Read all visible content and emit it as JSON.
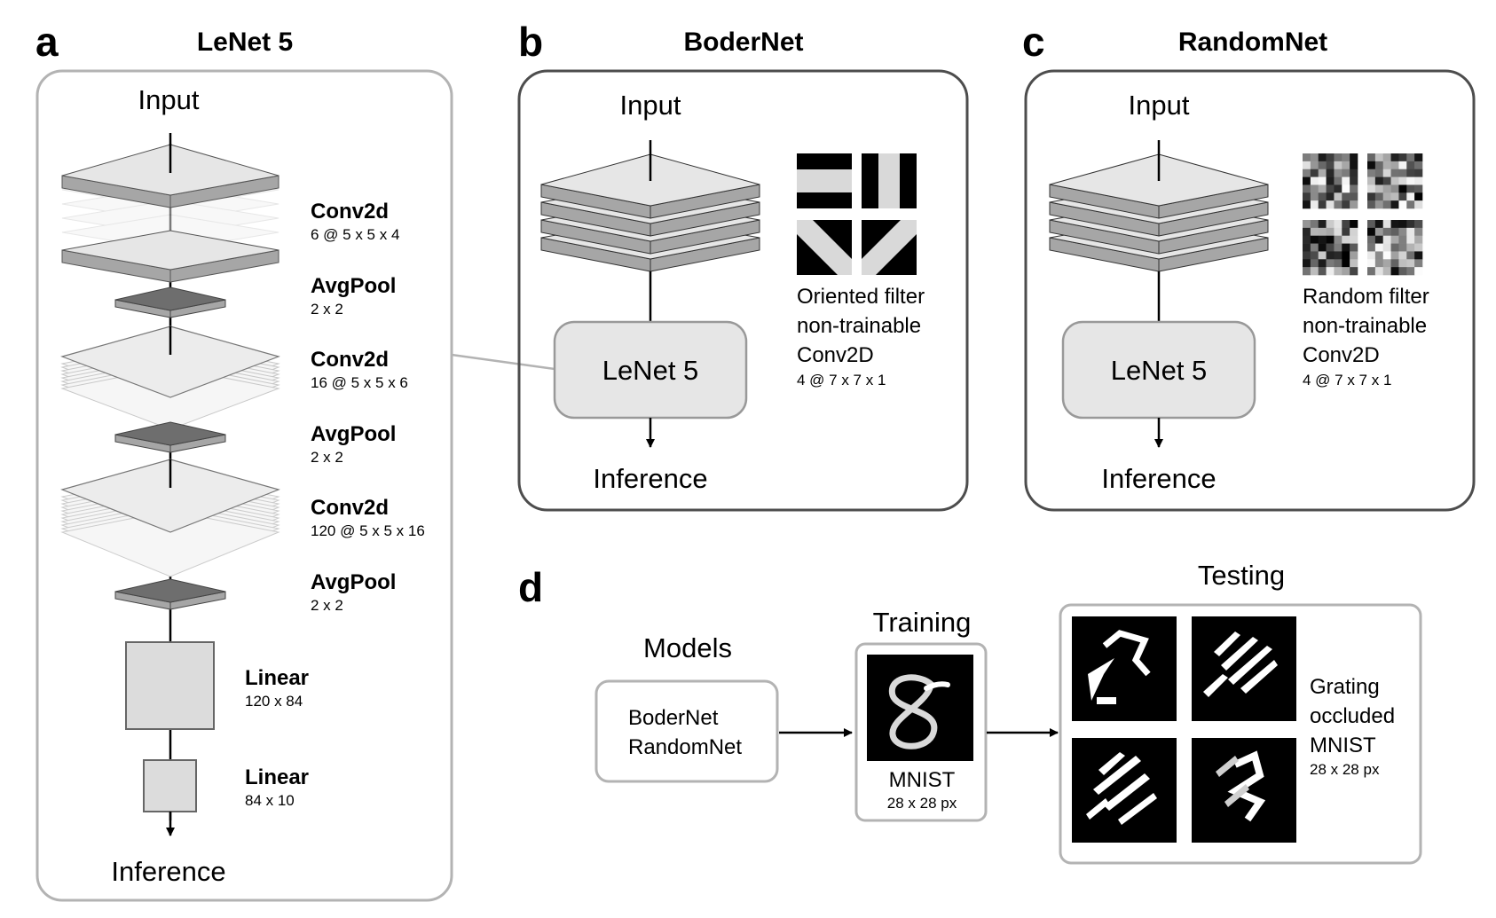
{
  "panels": {
    "a": {
      "letter": "a",
      "title": "LeNet 5",
      "input": "Input",
      "inference": "Inference",
      "layers": [
        {
          "name": "Conv2d",
          "detail": "6 @ 5 x 5 x 4"
        },
        {
          "name": "AvgPool",
          "detail": "2 x 2"
        },
        {
          "name": "Conv2d",
          "detail": "16 @ 5 x 5 x 6"
        },
        {
          "name": "AvgPool",
          "detail": "2 x 2"
        },
        {
          "name": "Conv2d",
          "detail": "120 @ 5 x 5 x 16"
        },
        {
          "name": "AvgPool",
          "detail": "2 x 2"
        },
        {
          "name": "Linear",
          "detail": "120 x 84"
        },
        {
          "name": "Linear",
          "detail": "84 x 10"
        }
      ]
    },
    "b": {
      "letter": "b",
      "title": "BoderNet",
      "input": "Input",
      "inference": "Inference",
      "core": "LeNet 5",
      "filter_lines": [
        "Oriented filter",
        "non-trainable",
        "Conv2D"
      ],
      "filter_detail": "4 @ 7 x 7 x 1"
    },
    "c": {
      "letter": "c",
      "title": "RandomNet",
      "input": "Input",
      "inference": "Inference",
      "core": "LeNet 5",
      "filter_lines": [
        "Random filter",
        "non-trainable",
        "Conv2D"
      ],
      "filter_detail": "4 @ 7 x 7 x 1"
    },
    "d": {
      "letter": "d",
      "models_title": "Models",
      "models": [
        "BoderNet",
        "RandomNet"
      ],
      "training_title": "Training",
      "training_caption": "MNIST",
      "training_detail": "28 x 28 px",
      "testing_title": "Testing",
      "testing_lines": [
        "Grating",
        "occluded",
        "MNIST"
      ],
      "testing_detail": "28 x 28 px"
    }
  },
  "colors": {
    "panel_border_light": "#b3b3b3",
    "panel_border_dark": "#4d4d4d",
    "plate_top": "#e6e6e6",
    "plate_side": "#a6a6a6",
    "pool_top": "#6e6e6e",
    "box_fill": "#dcdcdc"
  }
}
